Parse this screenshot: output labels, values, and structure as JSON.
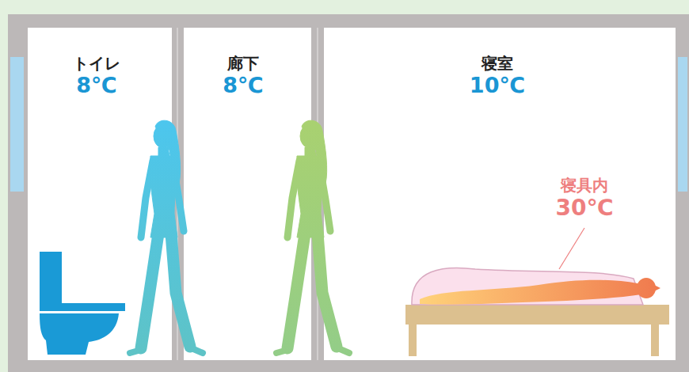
{
  "diagram": {
    "nodes": [
      {
        "text": [
          "トイレ",
          "8℃"
        ]
      },
      {
        "text": [
          "廊下",
          "8℃"
        ]
      },
      {
        "text": [
          "寝室",
          "10℃"
        ]
      }
    ],
    "labels": [
      "寝具内",
      "30℃"
    ]
  }
}
